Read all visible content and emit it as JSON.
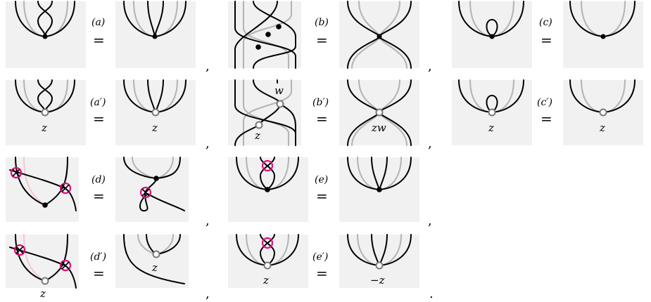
{
  "relations": {
    "a": "(a)",
    "b": "(b)",
    "c": "(c)",
    "a_prime": "(a′)",
    "b_prime": "(b′)",
    "c_prime": "(c′)",
    "d": "(d)",
    "e": "(e)",
    "d_prime": "(d′)",
    "e_prime": "(e′)"
  },
  "equals_sign": "=",
  "vertex_labels": {
    "z": "z",
    "w": "w",
    "zw": "zw",
    "neg_z": "−z"
  },
  "separators": {
    "comma": ",",
    "period": "."
  },
  "colors": {
    "panel_background": "#f1f1f1",
    "strand": "#000000",
    "grey_strand": "#b3b3b3",
    "crossing_marker": "#e0107a",
    "pale_strand": "#f3c7d3"
  }
}
